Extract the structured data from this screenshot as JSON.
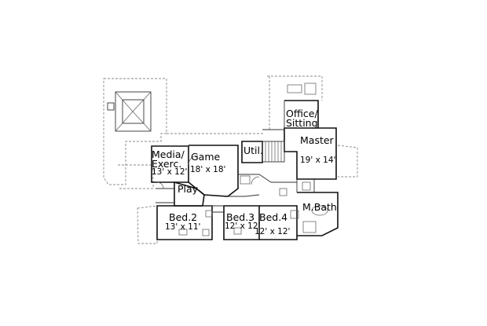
{
  "rooms": {
    "office": {
      "line1": "Office/",
      "line2": "Sitting"
    },
    "master": {
      "name": "Master",
      "dims": "19' x 14'"
    },
    "util": {
      "name": "Util."
    },
    "media": {
      "line1": "Media/",
      "line2": "Exerc.",
      "dims": "13' x 12'"
    },
    "game": {
      "name": "Game",
      "dims": "18' x 18'"
    },
    "play": {
      "name": "Play"
    },
    "mbath": {
      "name": "M.Bath"
    },
    "bed2": {
      "name": "Bed.2",
      "dims": "13' x 11'"
    },
    "bed3": {
      "name": "Bed.3",
      "dims": "12' x 12'"
    },
    "bed4": {
      "name": "Bed.4",
      "dims": "12' x 12'"
    }
  },
  "icons": {
    "stairs": "stairs-icon",
    "gazebo": "gazebo-icon",
    "tub": "bathtub-icon"
  }
}
